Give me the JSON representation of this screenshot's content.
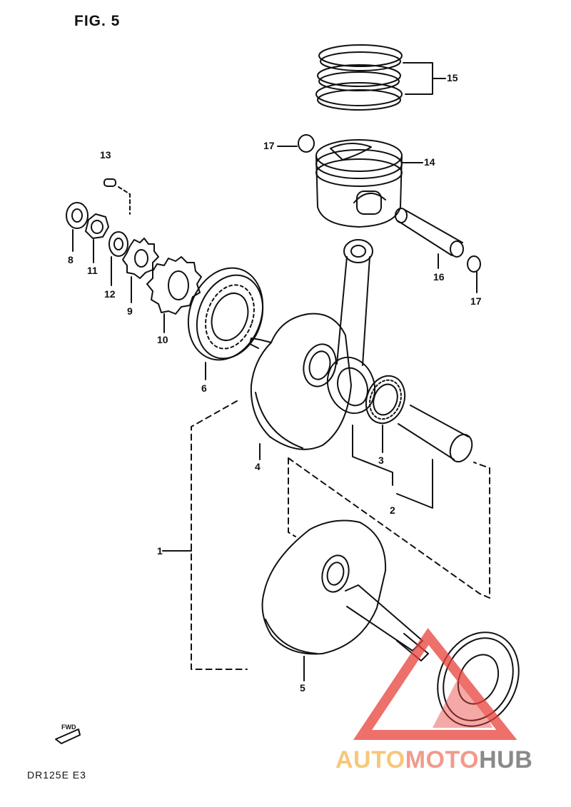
{
  "figure": {
    "title": "FIG. 5"
  },
  "model": {
    "label": "DR125E  E3"
  },
  "fwd": {
    "label": "FWD"
  },
  "watermark": {
    "part_a": "AUTO",
    "part_b": "MOTO",
    "part_c": "HUB",
    "color_a": "#f7c77a",
    "color_b": "#f19a8c",
    "color_c": "#8a8a8a",
    "triangle_color": "#e8413a"
  },
  "callouts": {
    "c1": "1",
    "c2": "2",
    "c3": "3",
    "c4": "4",
    "c5": "5",
    "c6": "6",
    "c8": "8",
    "c9": "9",
    "c10": "10",
    "c11": "11",
    "c12": "12",
    "c13": "13",
    "c14": "14",
    "c15": "15",
    "c16": "16",
    "c17a": "17",
    "c17b": "17"
  }
}
